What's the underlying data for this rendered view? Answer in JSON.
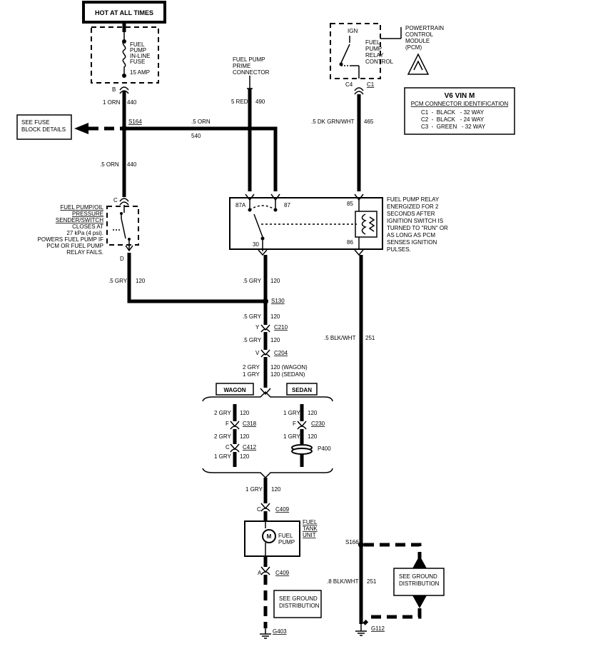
{
  "hot_box": "HOT AT ALL TIMES",
  "fuse": {
    "line1": "FUEL",
    "line2": "PUMP",
    "line3": "IN-LINE",
    "line4": "FUSE",
    "line5": "15 AMP",
    "pin": "B"
  },
  "wire_440_top": {
    "gauge": "1 ORN",
    "circuit": "440"
  },
  "see_fuse": {
    "line1": "SEE FUSE",
    "line2": "BLOCK DETAILS"
  },
  "splice_s164": "S164",
  "wire_540": {
    "gauge": ".5 ORN",
    "circuit": "540"
  },
  "wire_440_mid": {
    "gauge": ".5 ORN",
    "circuit": "440"
  },
  "prime": {
    "line1": "FUEL PUMP",
    "line2": "PRIME",
    "line3": "CONNECTOR"
  },
  "wire_490": {
    "gauge": "5 RED",
    "circuit": "490"
  },
  "pcm": {
    "line1": "POWERTRAIN",
    "line2": "CONTROL",
    "line3": "MODULE",
    "line4": "(PCM)",
    "ign": "IGN",
    "ctrl1": "FUEL",
    "ctrl2": "PUMP",
    "ctrl3": "RELAY",
    "ctrl4": "CONTROL",
    "c4": "C4",
    "c1": "C1"
  },
  "vin": {
    "title": "V6 VIN M",
    "subtitle": "PCM CONNECTOR IDENTIFICATION",
    "rows": [
      "C1  -  BLACK   - 32 WAY",
      "C2  -  BLACK   - 24 WAY",
      "C3  -  GREEN   - 32 WAY"
    ]
  },
  "wire_465": {
    "gauge": ".5 DK GRN/WHT",
    "circuit": "465"
  },
  "oil_switch": {
    "pin_c": "C",
    "pin_d": "D",
    "line1": "FUEL PUMP/OIL",
    "line2": "PRESSURE",
    "line3": "SENDER/SWITCH",
    "line4": "CLOSES AT",
    "line5": "27 kPa (4 psi).",
    "line6": "POWERS FUEL PUMP IF",
    "line7": "PCM OR FUEL PUMP",
    "line8": "RELAY FAILS."
  },
  "relay": {
    "p87a": "87A",
    "p87": "87",
    "p85": "85",
    "p86": "86",
    "p30": "30",
    "desc": [
      "FUEL PUMP RELAY",
      "ENERGIZED FOR 2",
      "SECONDS AFTER",
      "IGNITION SWITCH IS",
      "TURNED TO \"RUN\" OR",
      "AS LONG AS PCM",
      "SENSES IGNITION",
      "PULSES."
    ]
  },
  "wire_120_left": {
    "gauge": ".5 GRY",
    "circuit": "120"
  },
  "wire_120_r1": {
    "gauge": ".5 GRY",
    "circuit": "120"
  },
  "splice_s130": "S130",
  "wire_120_r2": {
    "gauge": ".5 GRY",
    "circuit": "120"
  },
  "c210": {
    "pin": "Y",
    "name": "C210"
  },
  "wire_120_r3": {
    "gauge": ".5 GRY",
    "circuit": "120"
  },
  "c204": {
    "pin": "V",
    "name": "C204"
  },
  "wire_120_split": {
    "g1": "2 GRY",
    "c1": "120 (WAGON)",
    "g2": "1 GRY",
    "c2": "120 (SEDAN)"
  },
  "wire_251": {
    "gauge": ".5 BLK/WHT",
    "circuit": "251"
  },
  "wagon": {
    "label": "WAGON",
    "g1": "2 GRY",
    "c1": "120",
    "pin1": "F",
    "conn1": "C318",
    "g2": "2 GRY",
    "c2": "120",
    "pin2": "C",
    "conn2": "C412",
    "g3": "1 GRY",
    "c3": "120"
  },
  "sedan": {
    "label": "SEDAN",
    "g1": "1 GRY",
    "c1": "120",
    "pin1": "F",
    "conn1": "C230",
    "g2": "1 GRY",
    "c2": "120",
    "conn2": "P400"
  },
  "wire_120_bottom": {
    "gauge": "1 GRY",
    "circuit": "120"
  },
  "c409_top": {
    "pin": "C",
    "name": "C409"
  },
  "tank": {
    "line1": "FUEL",
    "line2": "TANK",
    "line3": "UNIT",
    "m": "M",
    "pump1": "FUEL",
    "pump2": "PUMP"
  },
  "c409_bot": {
    "pin": "A",
    "name": "C409"
  },
  "see_ground_left": {
    "line1": "SEE GROUND",
    "line2": "DISTRIBUTION"
  },
  "g403": "G403",
  "splice_s166": "S166",
  "see_ground_right": {
    "line1": "SEE GROUND",
    "line2": "DISTRIBUTION"
  },
  "wire_251_bot": {
    "gauge": ".8 BLK/WHT",
    "circuit": "251"
  },
  "g112": "G112"
}
